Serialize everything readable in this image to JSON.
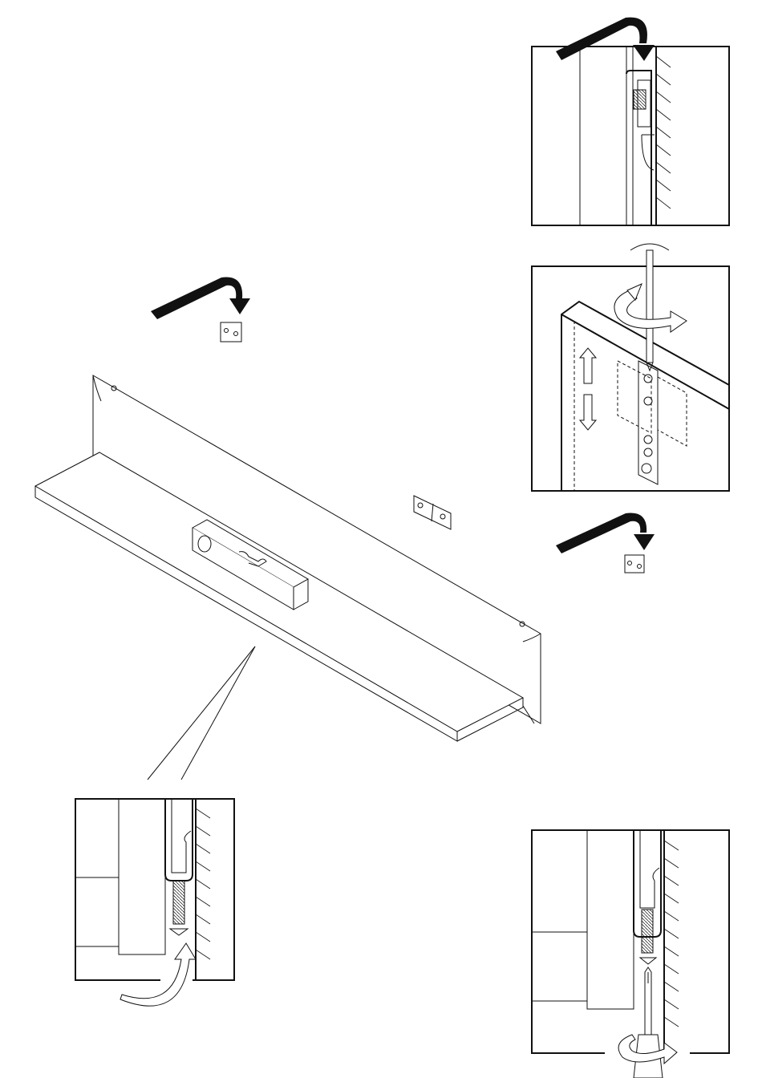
{
  "diagram": {
    "kind": "assembly-instruction",
    "background": "#ffffff",
    "ink": "#111111",
    "panels": [
      {
        "name": "detail-top-right",
        "content": "hanger-bracket-on-wall-side-view"
      },
      {
        "name": "detail-middle-right",
        "content": "screwdriver-adjusting-hanger-bracket"
      },
      {
        "name": "detail-bottom-left",
        "content": "hook-and-screw-side-view"
      },
      {
        "name": "detail-bottom-right",
        "content": "screwdriver-tightening-screw-side-view"
      }
    ],
    "icons": [
      "curved-arrow-icon",
      "bracket-icon",
      "screwdriver-icon",
      "spirit-level-icon",
      "rotate-arrow-icon"
    ]
  }
}
